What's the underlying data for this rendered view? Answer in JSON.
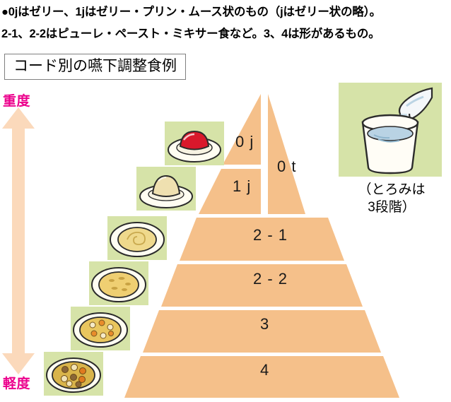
{
  "notes": {
    "line1": "●0jはゼリー、1jはゼリー・プリン・ムース状のもの（jはゼリー状の略）。",
    "line2": "2-1、2-2はピューレ・ペースト・ミキサー食など。3、4は形があるもの。"
  },
  "title": "コード別の嚥下調整食例",
  "severity": {
    "top_label": "重度",
    "bottom_label": "軽度",
    "color": "#EC008C",
    "arrow_color": "#FBD9BB"
  },
  "pyramid": {
    "fill_color": "#F5C08A",
    "tiers": [
      {
        "code": "0 j",
        "name": "tier-0j"
      },
      {
        "code": "1 j",
        "name": "tier-1j"
      },
      {
        "code": "0 t",
        "name": "tier-0t"
      },
      {
        "code": "2 - 1",
        "name": "tier-2-1"
      },
      {
        "code": "2 - 2",
        "name": "tier-2-2"
      },
      {
        "code": "3",
        "name": "tier-3"
      },
      {
        "code": "4",
        "name": "tier-4"
      }
    ]
  },
  "toromi": {
    "caption_line1": "（とろみは",
    "caption_line2": "3段階）",
    "background_color": "#D6E3A8"
  },
  "food_examples": [
    {
      "name": "red-jelly",
      "tier": "0 j"
    },
    {
      "name": "pudding",
      "tier": "1 j"
    },
    {
      "name": "puree",
      "tier": "2 - 1"
    },
    {
      "name": "paste-food",
      "tier": "2 - 2"
    },
    {
      "name": "soft-food-with-chunks",
      "tier": "3"
    },
    {
      "name": "chunky-food",
      "tier": "4"
    }
  ]
}
